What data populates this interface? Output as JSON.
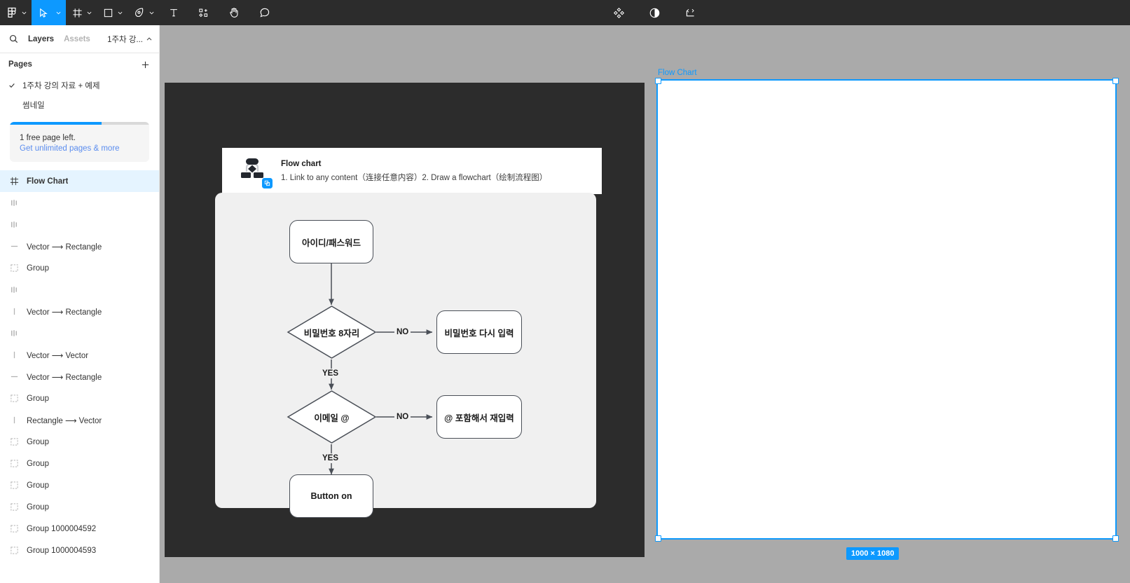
{
  "toolbar": {
    "left_tools": [
      {
        "name": "figma-menu-icon",
        "label": "Main menu",
        "caret": true,
        "active": false
      },
      {
        "name": "move-tool-icon",
        "label": "Move",
        "caret": true,
        "active": true
      },
      {
        "name": "frame-tool-icon",
        "label": "Frame",
        "caret": true,
        "active": false
      },
      {
        "name": "shape-rectangle-icon",
        "label": "Shape tools",
        "caret": true,
        "active": false
      },
      {
        "name": "pen-tool-icon",
        "label": "Pen",
        "caret": true,
        "active": false
      },
      {
        "name": "text-tool-icon",
        "label": "Text",
        "caret": false,
        "active": false
      },
      {
        "name": "resources-icon",
        "label": "Actions",
        "caret": false,
        "active": false
      },
      {
        "name": "hand-tool-icon",
        "label": "Hand tool",
        "caret": false,
        "active": false
      },
      {
        "name": "comment-tool-icon",
        "label": "Comment",
        "caret": false,
        "active": false
      }
    ],
    "right_tools": [
      {
        "name": "plugins-icon",
        "label": "Plugins"
      },
      {
        "name": "contrast-icon",
        "label": "Appearance"
      },
      {
        "name": "dev-mode-icon",
        "label": "Dev mode"
      }
    ],
    "accent_color": "#0d99ff",
    "background_color": "#2c2c2c"
  },
  "sidebar": {
    "search_icon": "search-icon",
    "tabs": [
      {
        "label": "Layers",
        "active": true
      },
      {
        "label": "Assets",
        "active": false
      }
    ],
    "file_name": "1주차 강...",
    "file_caret_icon": "chevron-up-icon",
    "pages": {
      "title": "Pages",
      "add_icon": "plus-icon",
      "items": [
        {
          "label": "1주차 강의 자료 + 예제",
          "checked": true
        },
        {
          "label": "썸네일",
          "checked": false
        }
      ]
    },
    "promo": {
      "progress_percent": 66,
      "text": "1 free page left.",
      "link": "Get unlimited pages & more"
    },
    "layers": [
      {
        "name": "Flow Chart",
        "icon": "frame-icon",
        "selected": true,
        "indent": 0
      },
      {
        "name": "",
        "icon": "text-layer-icon",
        "selected": false,
        "indent": 0
      },
      {
        "name": "",
        "icon": "text-layer-icon",
        "selected": false,
        "indent": 0
      },
      {
        "name": "Vector ⟶ Rectangle",
        "icon": "line-icon",
        "selected": false,
        "indent": 0
      },
      {
        "name": "Group",
        "icon": "group-icon",
        "selected": false,
        "indent": 0
      },
      {
        "name": "",
        "icon": "text-layer-icon",
        "selected": false,
        "indent": 0
      },
      {
        "name": "Vector ⟶ Rectangle",
        "icon": "vertical-line-icon",
        "selected": false,
        "indent": 0
      },
      {
        "name": "",
        "icon": "text-layer-icon",
        "selected": false,
        "indent": 0
      },
      {
        "name": "Vector ⟶ Vector",
        "icon": "vertical-line-icon",
        "selected": false,
        "indent": 0
      },
      {
        "name": "Vector ⟶ Rectangle",
        "icon": "line-icon",
        "selected": false,
        "indent": 0
      },
      {
        "name": "Group",
        "icon": "group-icon",
        "selected": false,
        "indent": 0
      },
      {
        "name": "Rectangle ⟶ Vector",
        "icon": "vertical-line-icon",
        "selected": false,
        "indent": 0
      },
      {
        "name": "Group",
        "icon": "group-icon",
        "selected": false,
        "indent": 0
      },
      {
        "name": "Group",
        "icon": "group-icon",
        "selected": false,
        "indent": 0
      },
      {
        "name": "Group",
        "icon": "group-icon",
        "selected": false,
        "indent": 0
      },
      {
        "name": "Group",
        "icon": "group-icon",
        "selected": false,
        "indent": 0
      },
      {
        "name": "Group 1000004592",
        "icon": "group-icon",
        "selected": false,
        "indent": 0
      },
      {
        "name": "Group 1000004593",
        "icon": "group-icon",
        "selected": false,
        "indent": 0
      }
    ]
  },
  "canvas": {
    "background_color": "#aaaaaa",
    "info_card": {
      "icon": "flowchart-icon",
      "badge_icon": "plugin-badge-icon",
      "title": "Flow chart",
      "description": "1. Link to any content（连接任意内容）2. Draw a flowchart（绘制流程图）"
    },
    "flowchart": {
      "nodes": [
        {
          "id": "n1",
          "type": "rounded-rect",
          "label": "아이디/패스워드"
        },
        {
          "id": "n2",
          "type": "diamond",
          "label": "비밀번호 8자리"
        },
        {
          "id": "n3",
          "type": "rounded-rect",
          "label": "비밀번호 다시 입력"
        },
        {
          "id": "n4",
          "type": "diamond",
          "label": "이메일 @"
        },
        {
          "id": "n5",
          "type": "rounded-rect",
          "label": "@ 포함해서 재입력"
        },
        {
          "id": "n6",
          "type": "rounded-rect",
          "label": "Button on"
        }
      ],
      "edge_labels": [
        {
          "id": "e1",
          "label": "NO"
        },
        {
          "id": "e2",
          "label": "YES"
        },
        {
          "id": "e3",
          "label": "NO"
        },
        {
          "id": "e4",
          "label": "YES"
        }
      ]
    },
    "selection": {
      "frame_label": "Flow Chart",
      "size_badge": "1000 × 1080",
      "accent_color": "#0d99ff"
    }
  }
}
